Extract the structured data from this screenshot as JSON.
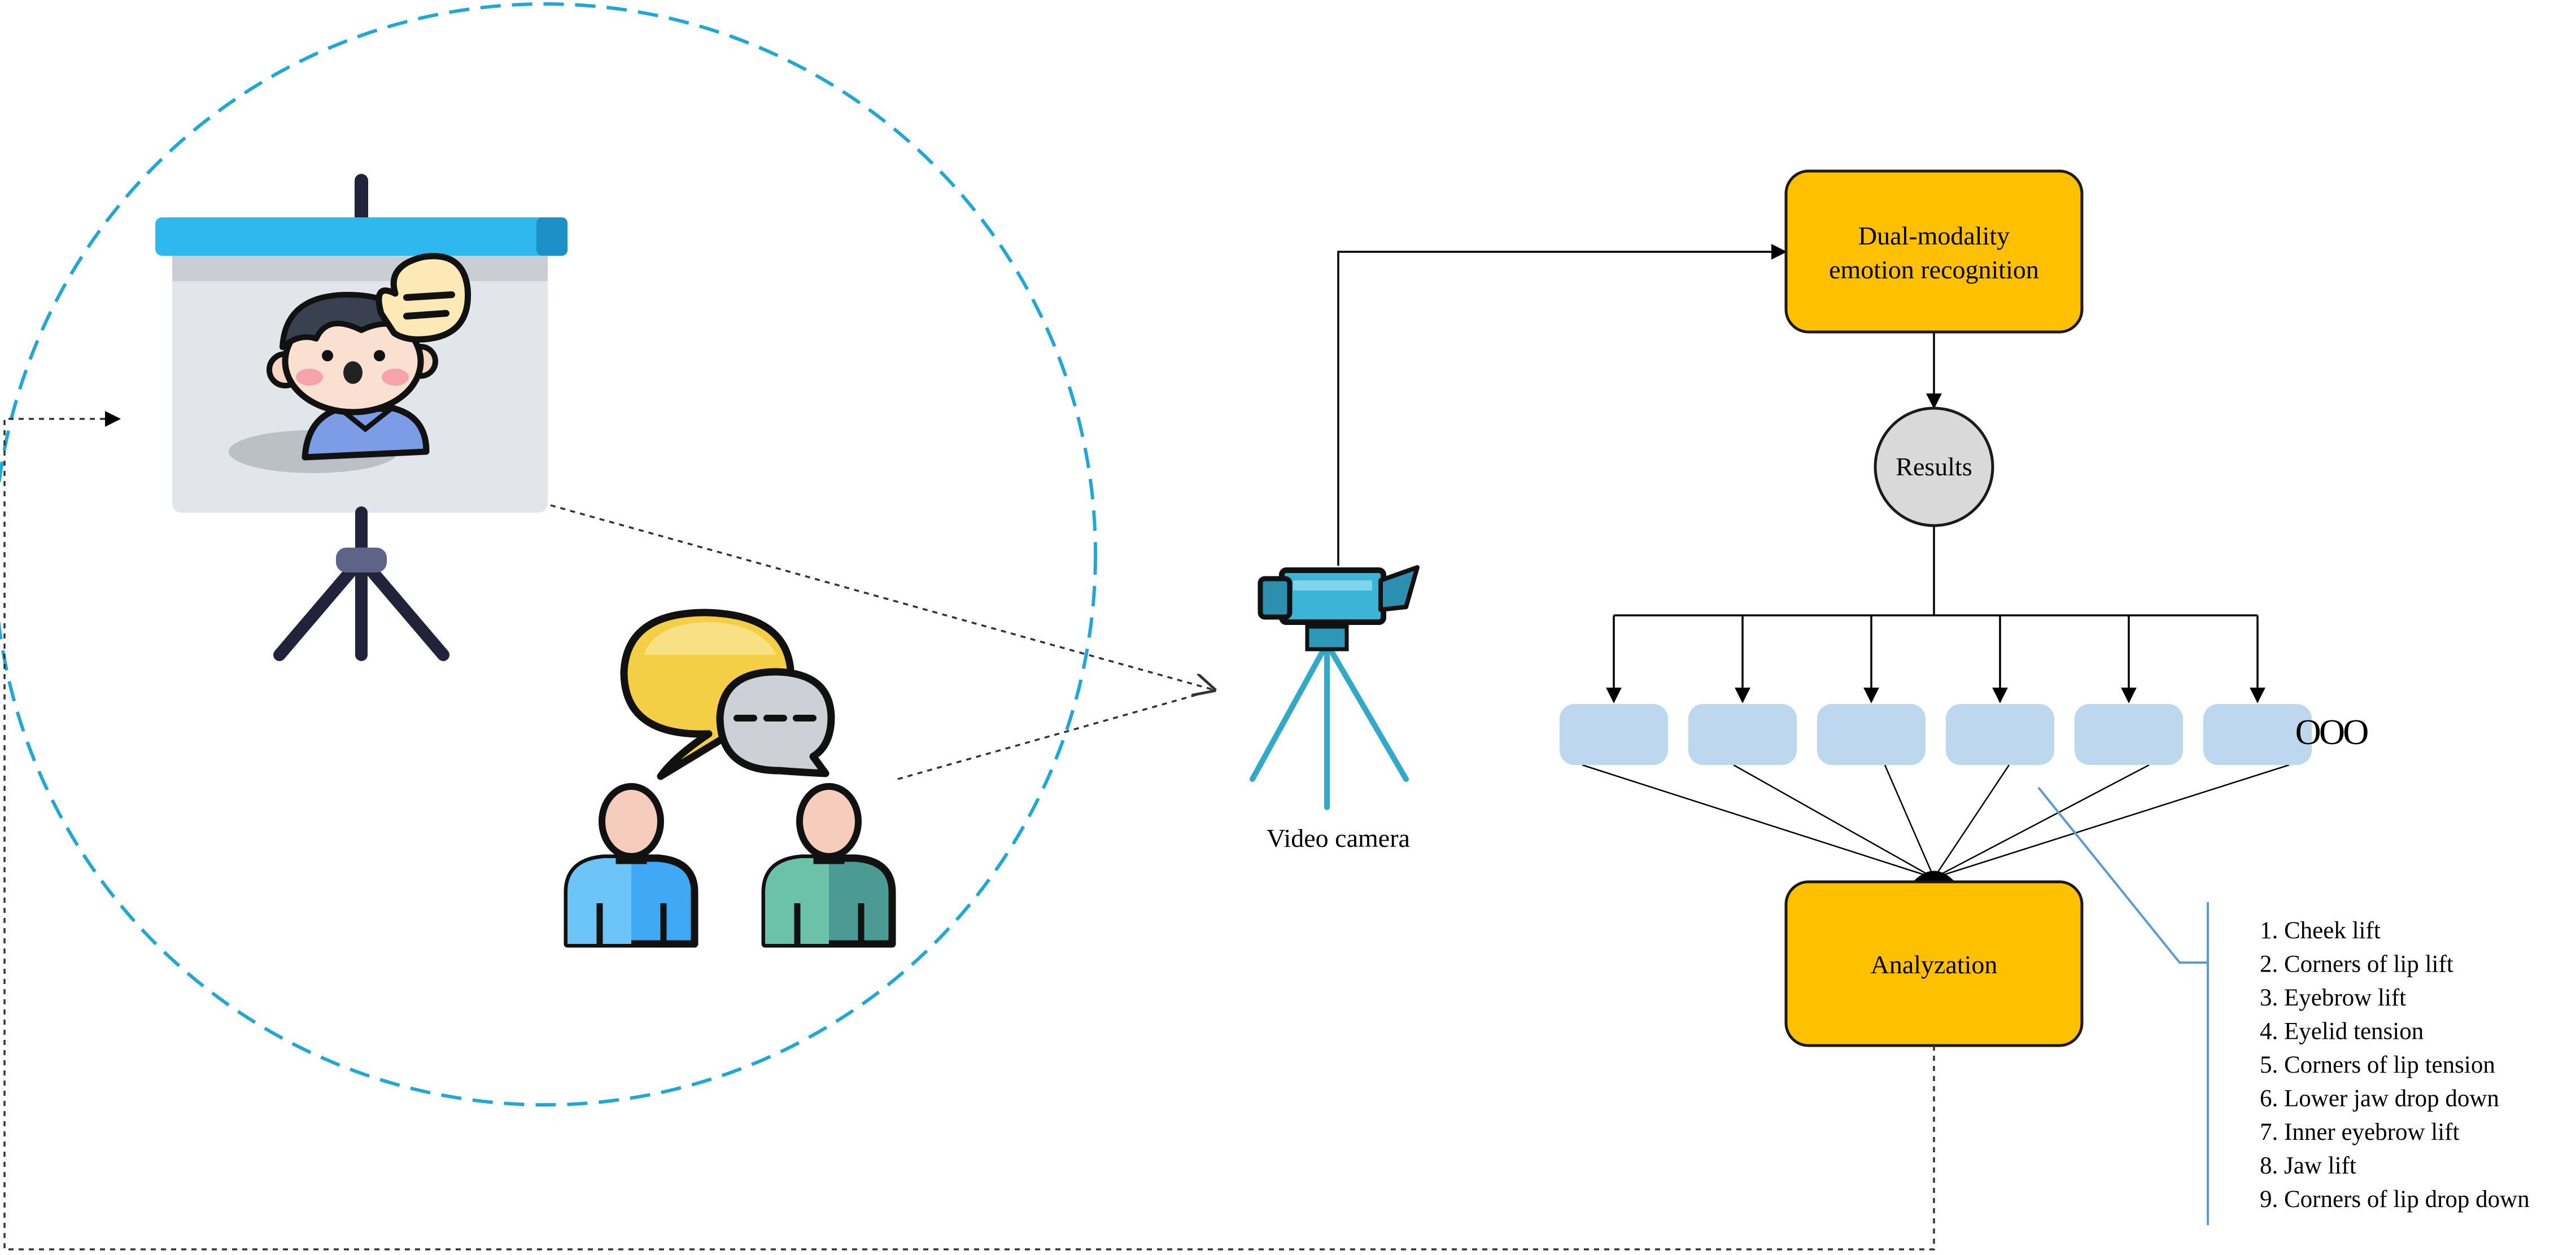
{
  "colors": {
    "process_box_fill": "#FFC000",
    "process_box_stroke": "#1a1a1a",
    "results_circle_fill": "#D9D9D9",
    "feature_box_fill": "#BDD7EE",
    "dashed_ellipse": "#1FA7D8",
    "bracket_line": "#5B9BD5",
    "arrow": "#000000",
    "dotted_connector": "#333333"
  },
  "icons": {
    "presentation_board": "presentation-board-icon",
    "speaker": "speaker-avatar-icon",
    "speech_bubble": "speech-bubble-icon",
    "chat_bubbles": "chat-bubbles-icon",
    "audience": "audience-people-icon",
    "camera": "video-camera-icon"
  },
  "nodes": {
    "dual_modality": {
      "line1": "Dual-modality",
      "line2": "emotion recognition"
    },
    "results": "Results",
    "analyzation": "Analyzation",
    "camera_label": "Video camera",
    "more_marker": "OOO"
  },
  "feature_boxes": [
    {
      "id": "feature-1"
    },
    {
      "id": "feature-2"
    },
    {
      "id": "feature-3"
    },
    {
      "id": "feature-4"
    },
    {
      "id": "feature-5"
    },
    {
      "id": "feature-6"
    }
  ],
  "action_units": [
    "1. Cheek lift",
    "2. Corners of lip lift",
    "3. Eyebrow lift",
    "4. Eyelid tension",
    "5. Corners of lip tension",
    "6. Lower jaw drop down",
    "7. Inner eyebrow lift",
    "8. Jaw lift",
    "9. Corners of lip drop down"
  ]
}
